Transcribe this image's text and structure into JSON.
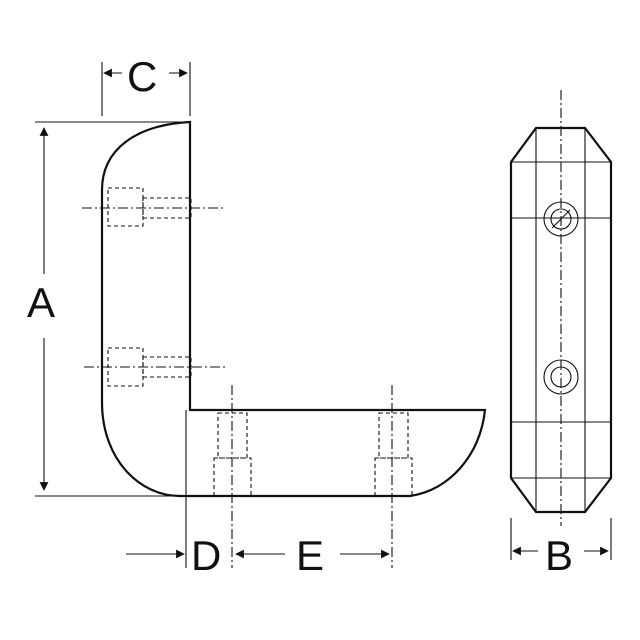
{
  "dimensions": {
    "A": "A",
    "B": "B",
    "C": "C",
    "D": "D",
    "E": "E"
  },
  "colors": {
    "ink": "#111111",
    "background": "#ffffff"
  }
}
